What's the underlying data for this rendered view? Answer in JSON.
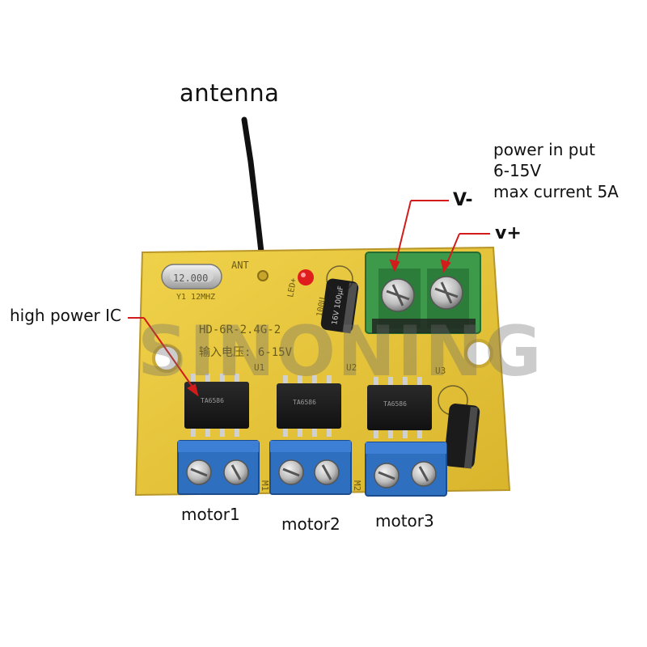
{
  "callouts": {
    "antenna": "antenna",
    "power_line1": "power in put",
    "power_line2": "6-15V",
    "power_line3": "max current 5A",
    "v_minus": "V-",
    "v_plus": "v+",
    "high_power_ic": "high power IC",
    "motor1": "motor1",
    "motor2": "motor2",
    "motor3": "motor3"
  },
  "board": {
    "silk_model": "HD-6R-2.4G-2",
    "silk_input": "输入电压: 6-15V",
    "silk_ant": "ANT",
    "silk_led": "LED+",
    "silk_crystal": "12.000",
    "silk_y1": "Y1 12MHZ",
    "silk_u1": "U1",
    "silk_u2": "U2",
    "silk_u3": "U3",
    "silk_m1": "M1",
    "silk_m2": "M2",
    "silk_100u": "100U",
    "cap_label": "16V 100μF",
    "chip_label": "TA6586"
  },
  "watermark": "SINONING",
  "colors": {
    "pcb": "#e6c53a",
    "terminal_blue": "#2f6fc0",
    "terminal_green": "#3c9a4a",
    "callout_line": "#d21c1c",
    "chip": "#1f1f1f"
  }
}
